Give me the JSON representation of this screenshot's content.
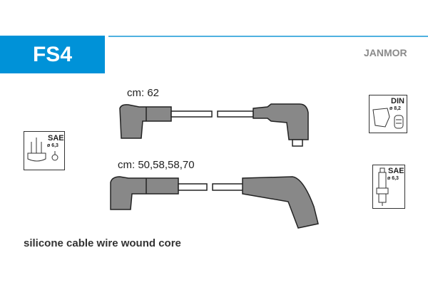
{
  "header": {
    "code": "FS4",
    "brand": "JANMOR",
    "accent_color": "#0092d8"
  },
  "cables": [
    {
      "length_label": "cm: 62"
    },
    {
      "length_label": "cm: 50,58,58,70"
    }
  ],
  "icons": {
    "distributor": {
      "standard": "SAE",
      "diameter": "ø 6,3"
    },
    "coil": {
      "standard": "DIN",
      "diameter": "ø 8,2"
    },
    "spark_plug": {
      "standard": "SAE",
      "diameter": "ø 6,3"
    }
  },
  "description": "silicone cable wire wound core"
}
